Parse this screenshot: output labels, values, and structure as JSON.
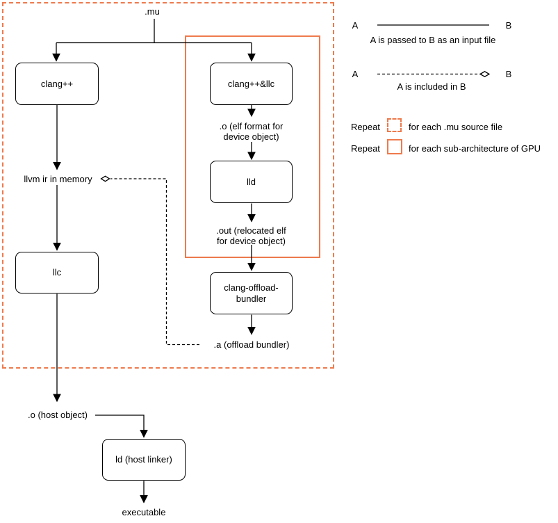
{
  "colors": {
    "accent_orange": "#EE7A4D",
    "line_black": "#000000",
    "background": "#FFFFFF"
  },
  "nodes": {
    "clangpp": {
      "label": "clang++"
    },
    "clangpp_llc": {
      "label": "clang++&llc"
    },
    "lld": {
      "label": "lld"
    },
    "offload_bundler": {
      "label": "clang-offload-\nbundler"
    },
    "llc": {
      "label": "llc"
    },
    "ld": {
      "label": "ld (host linker)"
    }
  },
  "artifacts": {
    "mu": ".mu",
    "o_elf": ".o (elf format for\ndevice object)",
    "out_elf": ".out (relocated elf\nfor device object)",
    "a_bundle": ".a (offload bundler)",
    "llvm_ir": "llvm ir in memory",
    "o_host": ".o (host object)",
    "executable": "executable"
  },
  "legend": {
    "edge_input": {
      "a": "A",
      "b": "B",
      "caption": "A is passed to B as an input file"
    },
    "edge_include": {
      "a": "A",
      "b": "B",
      "caption": "A is included in B"
    },
    "repeat_mu": {
      "label": "Repeat",
      "caption": "for each .mu source file"
    },
    "repeat_gpu": {
      "label": "Repeat",
      "caption": "for each sub-architecture of GPU"
    }
  }
}
